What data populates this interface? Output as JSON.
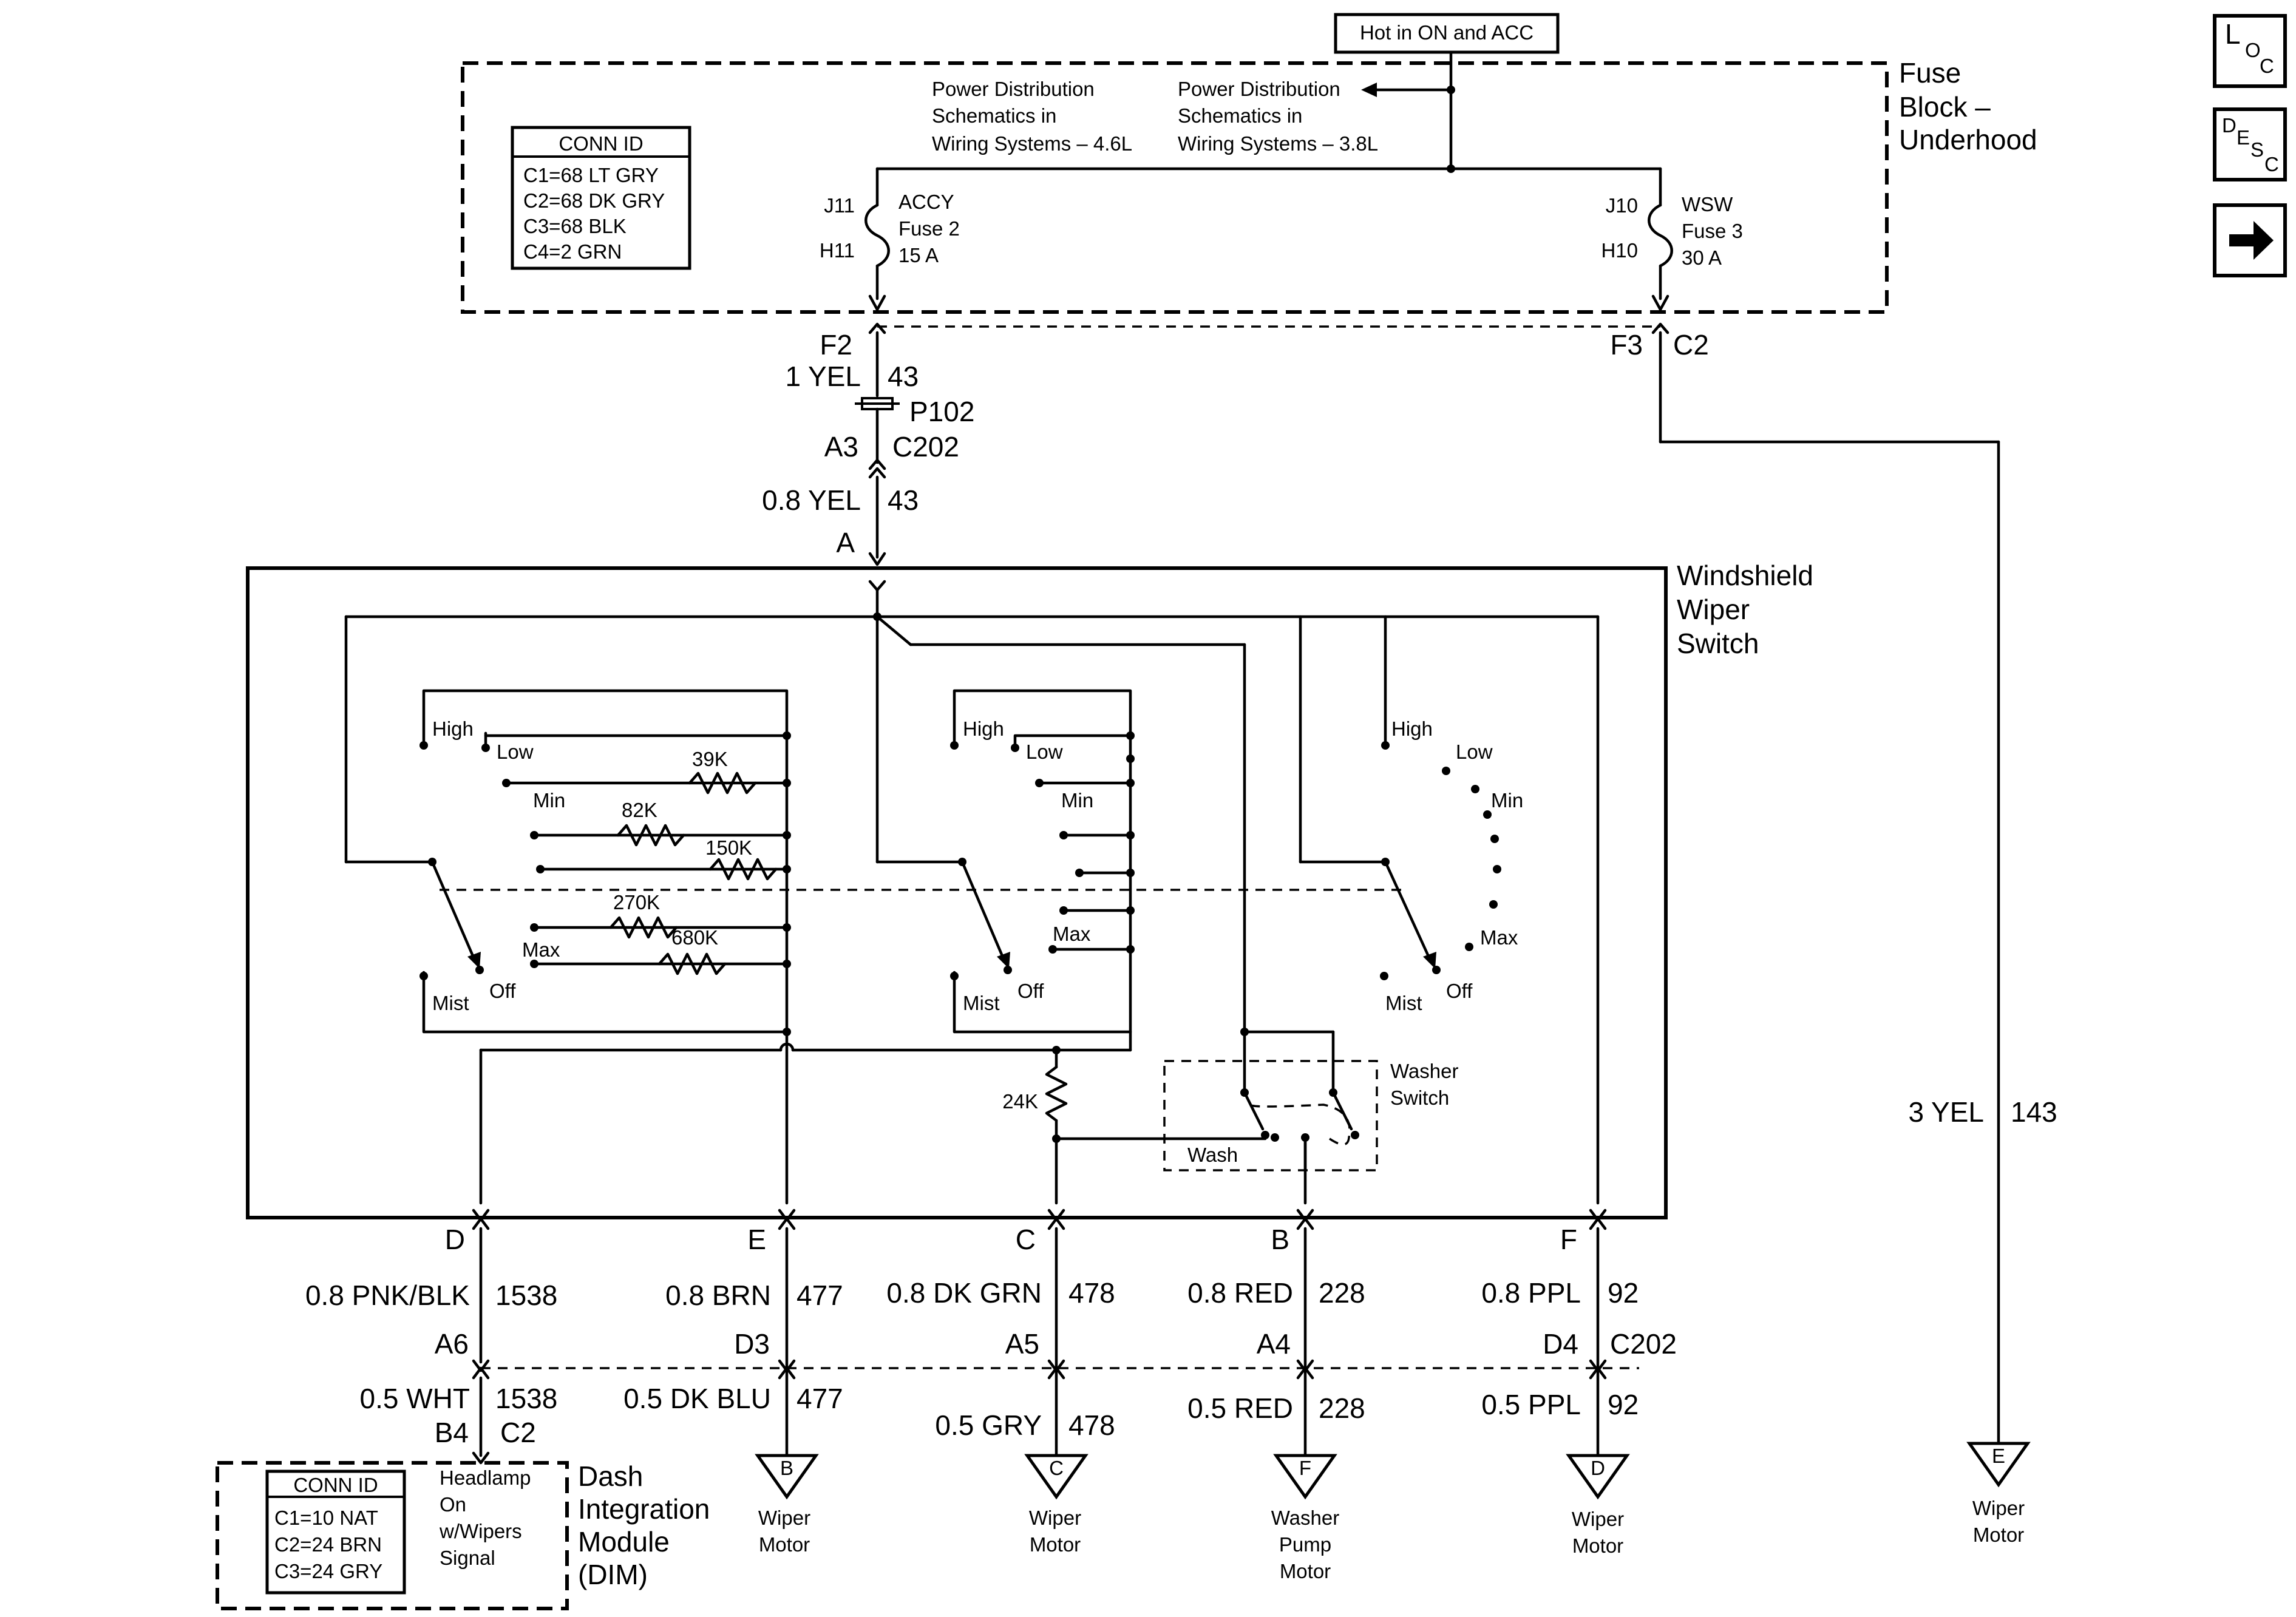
{
  "nav": {
    "loc": [
      "L",
      "O",
      "C"
    ],
    "desc": [
      "D",
      "E",
      "S",
      "C"
    ]
  },
  "power_source": "Hot in ON and ACC",
  "fuse_block": {
    "title": [
      "Fuse",
      "Block –",
      "Underhood"
    ],
    "conn_id": {
      "header": "CONN ID",
      "rows": [
        "C1=68 LT GRY",
        "C2=68 DK GRY",
        "C3=68 BLK",
        "C4=2 GRN"
      ]
    },
    "ref_46": [
      "Power Distribution",
      "Schematics in",
      "Wiring Systems – 4.6L"
    ],
    "ref_38": [
      "Power Distribution",
      "Schematics in",
      "Wiring Systems – 3.8L"
    ],
    "fuse2": {
      "top": "J11",
      "bottom": "H11",
      "label": [
        "ACCY",
        "Fuse  2",
        "15 A"
      ]
    },
    "fuse3": {
      "top": "J10",
      "bottom": "H10",
      "label": [
        "WSW",
        "Fuse  3",
        "30 A"
      ]
    }
  },
  "connectors": {
    "f2": "F2",
    "f3": "F3",
    "c2": "C2",
    "p102": "P102",
    "a3": "A3",
    "c202": "C202",
    "a": "A",
    "wire_1yel": "1 YEL",
    "wire_43a": "43",
    "wire_08yel": "0.8 YEL",
    "wire_43b": "43",
    "wire_3yel": "3 YEL",
    "wire_143": "143"
  },
  "switch": {
    "title": [
      "Windshield",
      "Wiper",
      "Switch"
    ],
    "positions": {
      "high": "High",
      "low": "Low",
      "min": "Min",
      "max": "Max",
      "off": "Off",
      "mist": "Mist"
    },
    "resistors": [
      "39K",
      "82K",
      "150K",
      "270K",
      "680K",
      "24K"
    ],
    "washer_switch": [
      "Washer",
      "Switch"
    ],
    "wash": "Wash"
  },
  "outputs": [
    {
      "pin": "D",
      "wire": "0.8 PNK/BLK",
      "circuit": "1538",
      "cavity": "A6",
      "wire2": "0.5 WHT",
      "circuit2": "1538",
      "pin2": "B4",
      "conn2": "C2"
    },
    {
      "pin": "E",
      "wire": "0.8 BRN",
      "circuit": "477",
      "cavity": "D3",
      "wire2": "0.5 DK BLU",
      "circuit2": "477",
      "dest": "B",
      "dest_label": [
        "Wiper",
        "Motor"
      ]
    },
    {
      "pin": "C",
      "wire": "0.8 DK GRN",
      "circuit": "478",
      "cavity": "A5",
      "wire2": "0.5 GRY",
      "circuit2": "478",
      "dest": "C",
      "dest_label": [
        "Wiper",
        "Motor"
      ]
    },
    {
      "pin": "B",
      "wire": "0.8 RED",
      "circuit": "228",
      "cavity": "A4",
      "wire2": "0.5 RED",
      "circuit2": "228",
      "dest": "F",
      "dest_label": [
        "Washer",
        "Pump",
        "Motor"
      ]
    },
    {
      "pin": "F",
      "wire": "0.8 PPL",
      "circuit": "92",
      "cavity": "D4",
      "conn": "C202",
      "wire2": "0.5 PPL",
      "circuit2": "92",
      "dest": "D",
      "dest_label": [
        "Wiper",
        "Motor"
      ]
    }
  ],
  "right_dest": {
    "dest": "E",
    "dest_label": [
      "Wiper",
      "Motor"
    ]
  },
  "dim": {
    "conn_id": {
      "header": "CONN ID",
      "rows": [
        "C1=10 NAT",
        "C2=24 BRN",
        "C3=24 GRY"
      ]
    },
    "signal": [
      "Headlamp",
      "On",
      "w/Wipers",
      "Signal"
    ],
    "title": [
      "Dash",
      "Integration",
      "Module",
      "(DIM)"
    ]
  }
}
